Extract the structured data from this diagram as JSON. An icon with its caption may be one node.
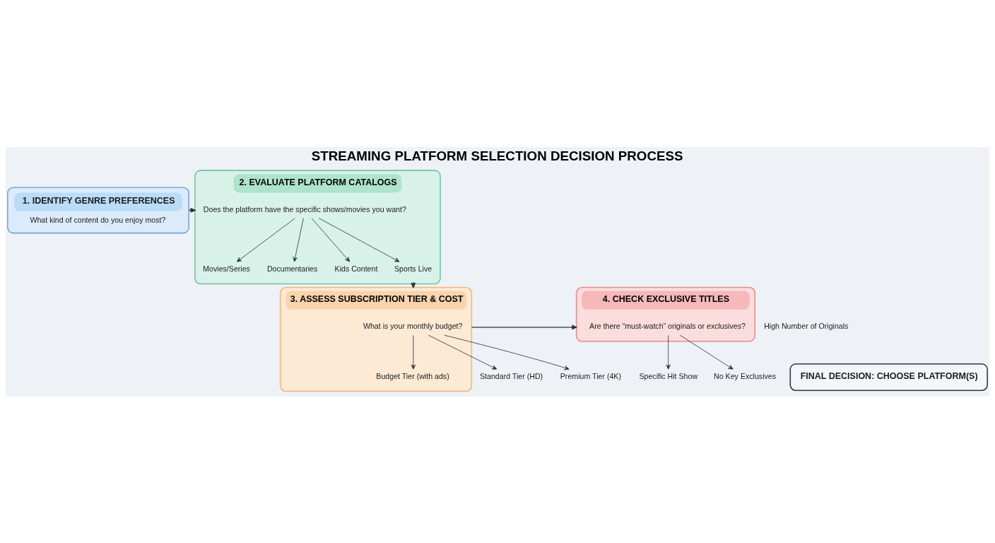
{
  "diagram": {
    "title": "STREAMING PLATFORM SELECTION DECISION PROCESS",
    "nodes": [
      {
        "text": [
          "1. IDENTIFY GENRE PREFERENCES",
          "What kind of content do you enjoy most?"
        ]
      },
      {
        "text": [
          "2. EVALUATE PLATFORM CATALOGS"
        ]
      },
      {
        "text": [
          "Does the platform have the specific shows/movies you want?"
        ],
        "in": 1
      },
      {
        "text": [
          "Movies/Series"
        ],
        "in": 1
      },
      {
        "text": [
          "Documentaries"
        ],
        "in": 1
      },
      {
        "text": [
          "Kids Content"
        ],
        "in": 1
      },
      {
        "text": [
          "Sports Live"
        ],
        "in": 1
      },
      {
        "text": [
          "3. ASSESS SUBSCRIPTION TIER & COST"
        ]
      },
      {
        "text": [
          "What is your monthly budget?"
        ],
        "in": 7
      },
      {
        "text": [
          "Budget Tier (with ads)"
        ],
        "in": 7
      },
      {
        "text": [
          "Standard Tier (HD)"
        ]
      },
      {
        "text": [
          "Premium Tier (4K)"
        ]
      },
      {
        "text": [
          "4. CHECK EXCLUSIVE TITLES"
        ]
      },
      {
        "text": [
          "Are there “must-watch” originals or exclusives?"
        ],
        "in": 12
      },
      {
        "text": [
          "Specific Hit Show"
        ]
      },
      {
        "text": [
          "No Key Exclusives"
        ]
      },
      {
        "text": [
          "FINAL DECISION: CHOOSE PLATFORM(S)"
        ]
      }
    ],
    "edges": [
      {
        "from": 0,
        "to": 1,
        "arrow": "to"
      },
      {
        "from": 1,
        "to": 7,
        "arrow": "to"
      },
      {
        "from": 7,
        "to": 12,
        "arrow": "to"
      },
      {
        "from": 2,
        "to": 3,
        "arrow": "to"
      },
      {
        "from": 2,
        "to": 4,
        "arrow": "to"
      },
      {
        "from": 2,
        "to": 5,
        "arrow": "to"
      },
      {
        "from": 2,
        "to": 6,
        "arrow": "to"
      },
      {
        "from": 8,
        "to": 9,
        "arrow": "to"
      },
      {
        "from": 8,
        "to": 10,
        "arrow": "to"
      },
      {
        "from": 8,
        "to": 11,
        "arrow": "to"
      },
      {
        "from": 13,
        "to": 14,
        "arrow": "to"
      },
      {
        "from": 13,
        "to": 15,
        "arrow": "to"
      }
    ],
    "labels": [
      "High Number of Originals"
    ]
  }
}
